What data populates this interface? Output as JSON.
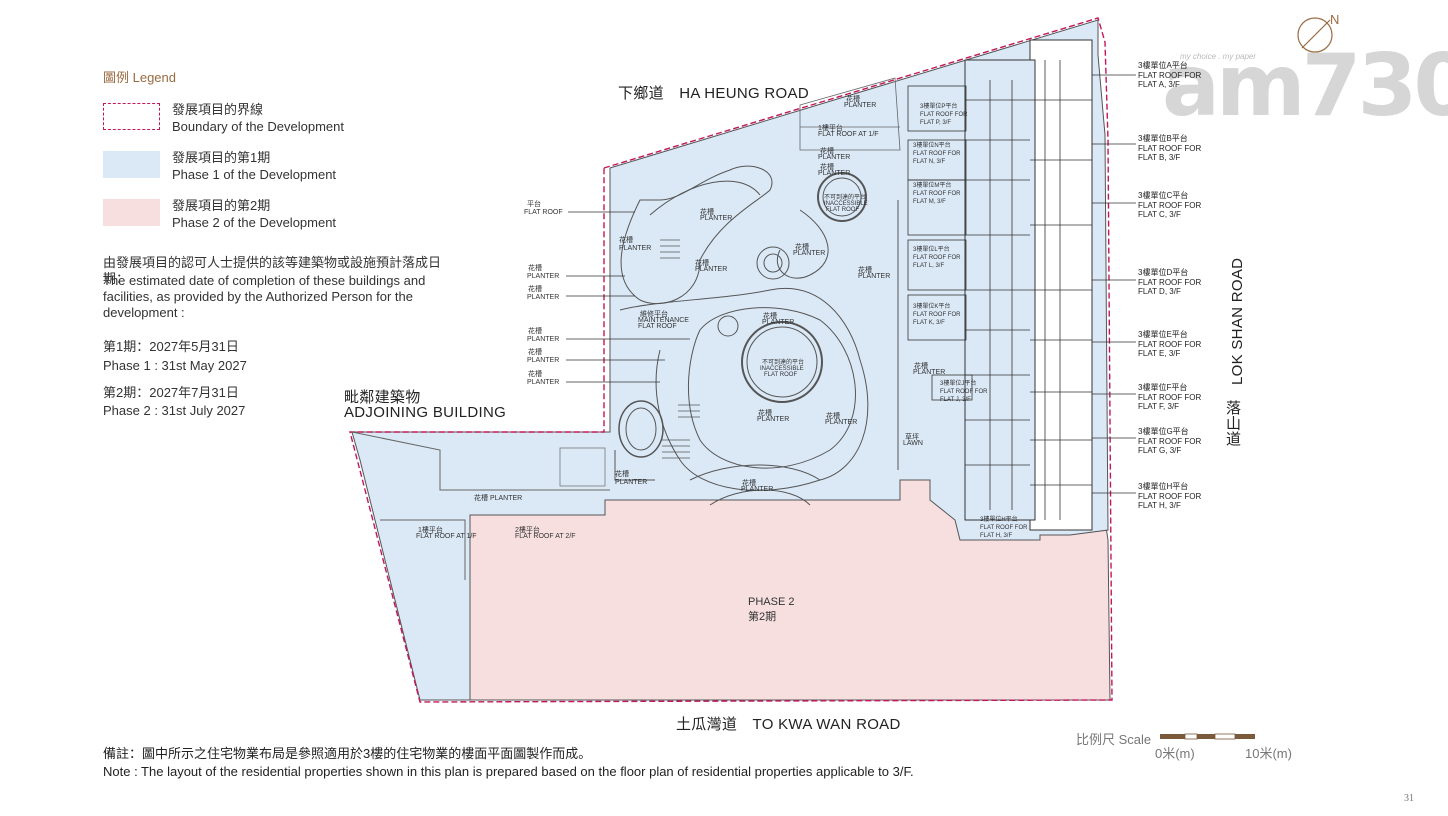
{
  "legend": {
    "title": "圖例 Legend",
    "boundary_zh": "發展項目的界線",
    "boundary_en": "Boundary of the Development",
    "phase1_zh": "發展項目的第1期",
    "phase1_en": "Phase 1 of the Development",
    "phase2_zh": "發展項目的第2期",
    "phase2_en": "Phase 2 of the Development",
    "colors": {
      "boundary": "#c2185b",
      "phase1": "#dbe9f7",
      "phase2": "#f7dfdf"
    }
  },
  "completion": {
    "zh": "由發展項目的認可人士提供的該等建築物或設施預計落成日期：",
    "en": "The estimated date of completion of these buildings and facilities, as provided by the Authorized Person for the development :",
    "phase1_zh": "第1期：2027年5月31日",
    "phase1_en": "Phase 1 : 31st May 2027",
    "phase2_zh": "第2期：2027年7月31日",
    "phase2_en": "Phase 2 : 31st July 2027"
  },
  "roads": {
    "north": "下鄉道　HA HEUNG ROAD",
    "south": "土瓜灣道　TO KWA WAN ROAD",
    "east_en": "LOK SHAN ROAD",
    "east_zh": "落山道"
  },
  "adjoining": {
    "zh": "毗鄰建築物",
    "en": "ADJOINING BUILDING"
  },
  "phase2_area": {
    "en": "PHASE 2",
    "zh": "第2期"
  },
  "plan_labels": {
    "flat_roof_zh": "平台",
    "flat_roof_en": "FLAT ROOF",
    "planter_zh": "花槽",
    "planter_en": "PLANTER",
    "planter_bilingual": "花槽 PLANTER",
    "flat_roof_1f_zh": "1樓平台",
    "flat_roof_1f_en": "FLAT ROOF AT 1/F",
    "flat_roof_2f_zh": "2樓平台",
    "flat_roof_2f_en": "FLAT ROOF AT 2/F",
    "maintenance_zh": "維修平台",
    "maintenance_en1": "MAINTENANCE",
    "maintenance_en2": "FLAT ROOF",
    "inaccessible_zh": "不可到達的平台",
    "inaccessible_en1": "INACCESSIBLE",
    "inaccessible_en2": "FLAT ROOF",
    "lawn_zh": "草坪",
    "lawn_en": "LAWN"
  },
  "east_flats": [
    {
      "zh": "3樓單位A平台",
      "en1": "FLAT ROOF FOR",
      "en2": "FLAT A, 3/F"
    },
    {
      "zh": "3樓單位B平台",
      "en1": "FLAT ROOF FOR",
      "en2": "FLAT B, 3/F"
    },
    {
      "zh": "3樓單位C平台",
      "en1": "FLAT ROOF FOR",
      "en2": "FLAT C, 3/F"
    },
    {
      "zh": "3樓單位D平台",
      "en1": "FLAT ROOF FOR",
      "en2": "FLAT D, 3/F"
    },
    {
      "zh": "3樓單位E平台",
      "en1": "FLAT ROOF FOR",
      "en2": "FLAT E, 3/F"
    },
    {
      "zh": "3樓單位F平台",
      "en1": "FLAT ROOF FOR",
      "en2": "FLAT F, 3/F"
    },
    {
      "zh": "3樓單位G平台",
      "en1": "FLAT ROOF FOR",
      "en2": "FLAT G, 3/F"
    },
    {
      "zh": "3樓單位H平台",
      "en1": "FLAT ROOF FOR",
      "en2": "FLAT H, 3/F"
    }
  ],
  "inner_flats": [
    {
      "zh": "3樓單位P平台",
      "en1": "FLAT ROOF FOR",
      "en2": "FLAT P, 3/F"
    },
    {
      "zh": "3樓單位N平台",
      "en1": "FLAT ROOF FOR",
      "en2": "FLAT N, 3/F"
    },
    {
      "zh": "3樓單位M平台",
      "en1": "FLAT ROOF FOR",
      "en2": "FLAT M, 3/F"
    },
    {
      "zh": "3樓單位L平台",
      "en1": "FLAT ROOF FOR",
      "en2": "FLAT L, 3/F"
    },
    {
      "zh": "3樓單位K平台",
      "en1": "FLAT ROOF FOR",
      "en2": "FLAT K, 3/F"
    },
    {
      "zh": "3樓單位J平台",
      "en1": "FLAT ROOF FOR",
      "en2": "FLAT J, 3/F"
    },
    {
      "zh": "3樓單位H平台",
      "en1": "FLAT ROOF FOR",
      "en2": "FLAT H, 3/F"
    }
  ],
  "scale": {
    "label": "比例尺 Scale",
    "zero": "0米(m)",
    "ten": "10米(m)"
  },
  "note": {
    "zh": "備註：圖中所示之住宅物業布局是參照適用於3樓的住宅物業的樓面平面圖製作而成。",
    "en": "Note : The layout of the residential properties shown in this plan is prepared based on the floor plan of residential properties applicable to 3/F."
  },
  "north_label": "N",
  "brand": {
    "name": "am730",
    "tag": "my choice . my paper"
  },
  "page_number": "31"
}
